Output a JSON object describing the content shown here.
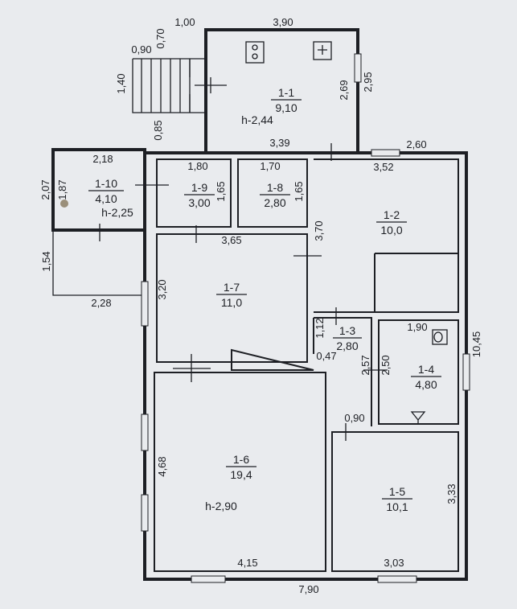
{
  "rooms": [
    {
      "id": "1-1",
      "area": "9,10",
      "height": "h-2,44"
    },
    {
      "id": "1-2",
      "area": "10,0"
    },
    {
      "id": "1-3",
      "area": "2,80"
    },
    {
      "id": "1-4",
      "area": "4,80"
    },
    {
      "id": "1-5",
      "area": "10,1"
    },
    {
      "id": "1-6",
      "area": "19,4",
      "height": "h-2,90"
    },
    {
      "id": "1-7",
      "area": "11,0"
    },
    {
      "id": "1-8",
      "area": "2,80"
    },
    {
      "id": "1-9",
      "area": "3,00"
    },
    {
      "id": "1-10",
      "area": "4,10",
      "height": "h-2,25"
    }
  ],
  "dimensions": {
    "top_1_00": "1,00",
    "top_3_90": "3,90",
    "stair_0_90": "0,90",
    "stair_0_70": "0,70",
    "stair_1_40": "1,40",
    "stair_0_85": "0,85",
    "r11_2_69": "2,69",
    "r11_2_95": "2,95",
    "r11_3_39": "3,39",
    "r_2_60": "2,60",
    "r12_3_52": "3,52",
    "r110_2_18": "2,18",
    "r110_2_07": "2,07",
    "r110_1_87": "1,87",
    "r19_1_80": "1,80",
    "r19_1_65": "1,65",
    "r18_1_70": "1,70",
    "r18_1_65": "1,65",
    "r12_3_70": "3,70",
    "r17_3_65": "3,65",
    "ext_1_54": "1,54",
    "ext_2_28": "2,28",
    "r17_3_20": "3,20",
    "r13_1_12": "1,12",
    "r14_1_90": "1,90",
    "r_10_45": "10,45",
    "r13_0_47": "0,47",
    "r13_2_57": "2,57",
    "r14_2_50": "2,50",
    "r_0_90": "0,90",
    "r16_4_68": "4,68",
    "r15_3_33": "3,33",
    "r16_4_15": "4,15",
    "r15_3_03": "3,03",
    "bottom_7_90": "7,90"
  }
}
